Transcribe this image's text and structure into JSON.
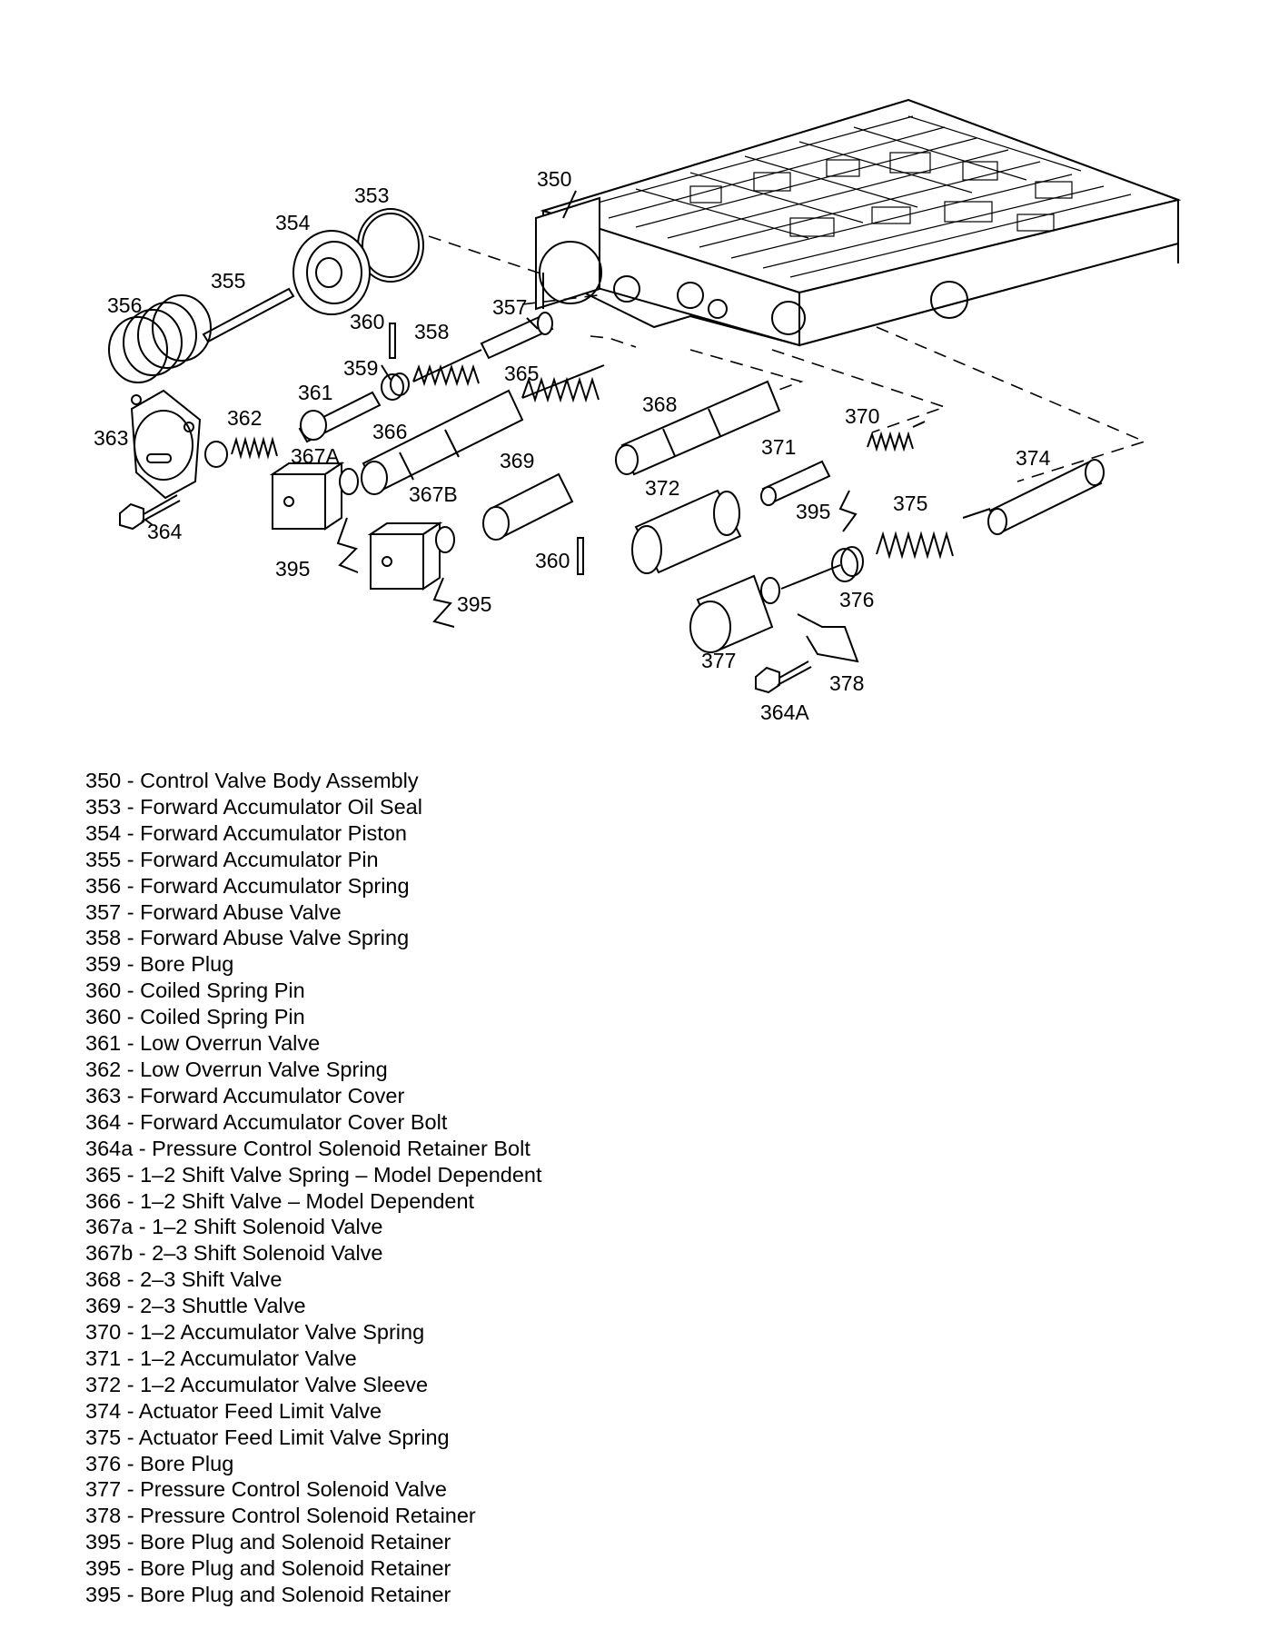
{
  "callouts": {
    "c350": "350",
    "c353": "353",
    "c354": "354",
    "c355": "355",
    "c356": "356",
    "c357": "357",
    "c358": "358",
    "c359": "359",
    "c360a": "360",
    "c360b": "360",
    "c361": "361",
    "c362": "362",
    "c363": "363",
    "c364": "364",
    "c364A": "364A",
    "c365": "365",
    "c366": "366",
    "c367A": "367A",
    "c367B": "367B",
    "c368": "368",
    "c369": "369",
    "c370": "370",
    "c371": "371",
    "c372": "372",
    "c374": "374",
    "c375": "375",
    "c376": "376",
    "c377": "377",
    "c378": "378",
    "c395a": "395",
    "c395b": "395",
    "c395c": "395"
  },
  "legend": [
    "350 - Control Valve Body Assembly",
    "353 - Forward Accumulator Oil Seal",
    "354 - Forward Accumulator Piston",
    "355 - Forward Accumulator Pin",
    "356 - Forward Accumulator Spring",
    "357 - Forward Abuse Valve",
    "358 - Forward Abuse Valve Spring",
    "359 - Bore Plug",
    "360 - Coiled Spring Pin",
    "360 - Coiled Spring Pin",
    "361 - Low Overrun Valve",
    "362 - Low Overrun Valve Spring",
    "363 - Forward Accumulator Cover",
    "364 - Forward Accumulator Cover Bolt",
    "364a - Pressure Control Solenoid Retainer Bolt",
    "365 - 1–2 Shift Valve Spring – Model Dependent",
    "366 - 1–2 Shift Valve – Model Dependent",
    "367a - 1–2 Shift Solenoid Valve",
    "367b - 2–3 Shift Solenoid Valve",
    "368 - 2–3 Shift Valve",
    "369 - 2–3 Shuttle Valve",
    "370 - 1–2 Accumulator Valve Spring",
    "371 - 1–2 Accumulator Valve",
    "372 - 1–2 Accumulator Valve Sleeve",
    "374 - Actuator Feed Limit Valve",
    "375 - Actuator Feed Limit Valve Spring",
    "376 - Bore Plug",
    "377 - Pressure Control Solenoid Valve",
    "378 - Pressure Control Solenoid Retainer",
    "395 - Bore Plug and Solenoid Retainer",
    "395 - Bore Plug and Solenoid Retainer",
    "395 - Bore Plug and Solenoid Retainer"
  ]
}
